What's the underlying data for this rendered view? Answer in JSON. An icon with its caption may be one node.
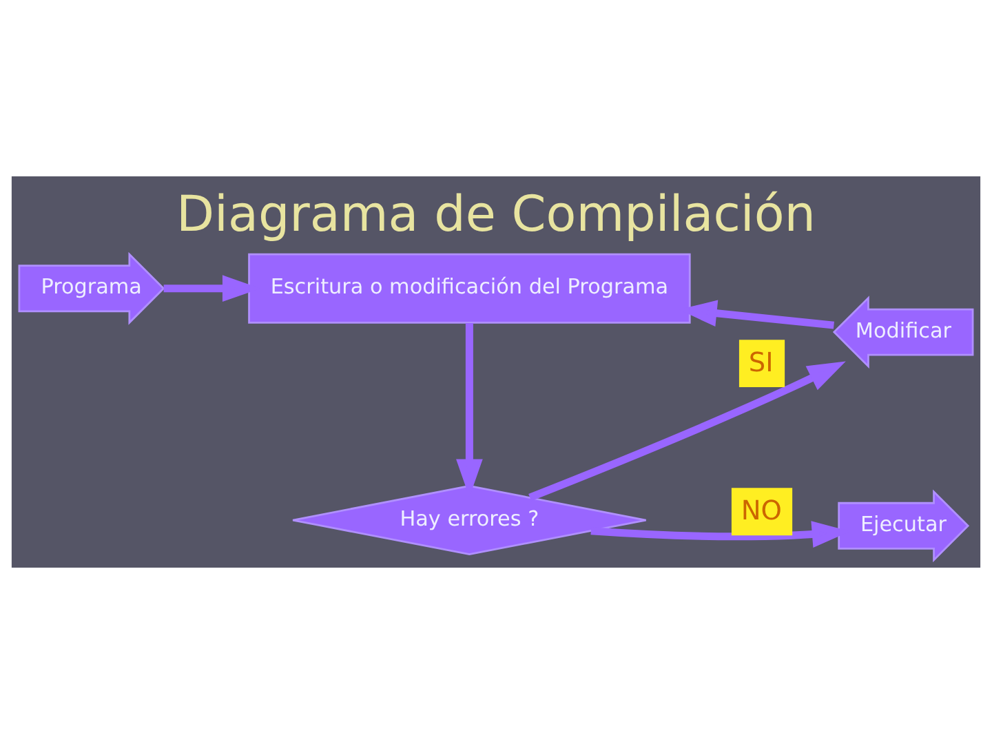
{
  "diagram": {
    "title": "Diagrama de Compilación",
    "nodes": [
      {
        "text": [
          "Programa"
        ]
      },
      {
        "text": [
          "Escritura o modificación del Programa"
        ]
      },
      {
        "text": [
          "Hay errores ?"
        ]
      },
      {
        "text": [
          "Modificar"
        ]
      },
      {
        "text": [
          "Ejecutar"
        ]
      }
    ],
    "edges": [
      {
        "from": 0,
        "to": 1,
        "arrow": "to"
      },
      {
        "from": 1,
        "to": 2,
        "arrow": "to"
      },
      {
        "from": 2,
        "to": 3,
        "arrow": "to",
        "label": "SI"
      },
      {
        "from": 3,
        "to": 1,
        "arrow": "to"
      },
      {
        "from": 2,
        "to": 4,
        "arrow": "to",
        "label": "NO"
      }
    ]
  }
}
